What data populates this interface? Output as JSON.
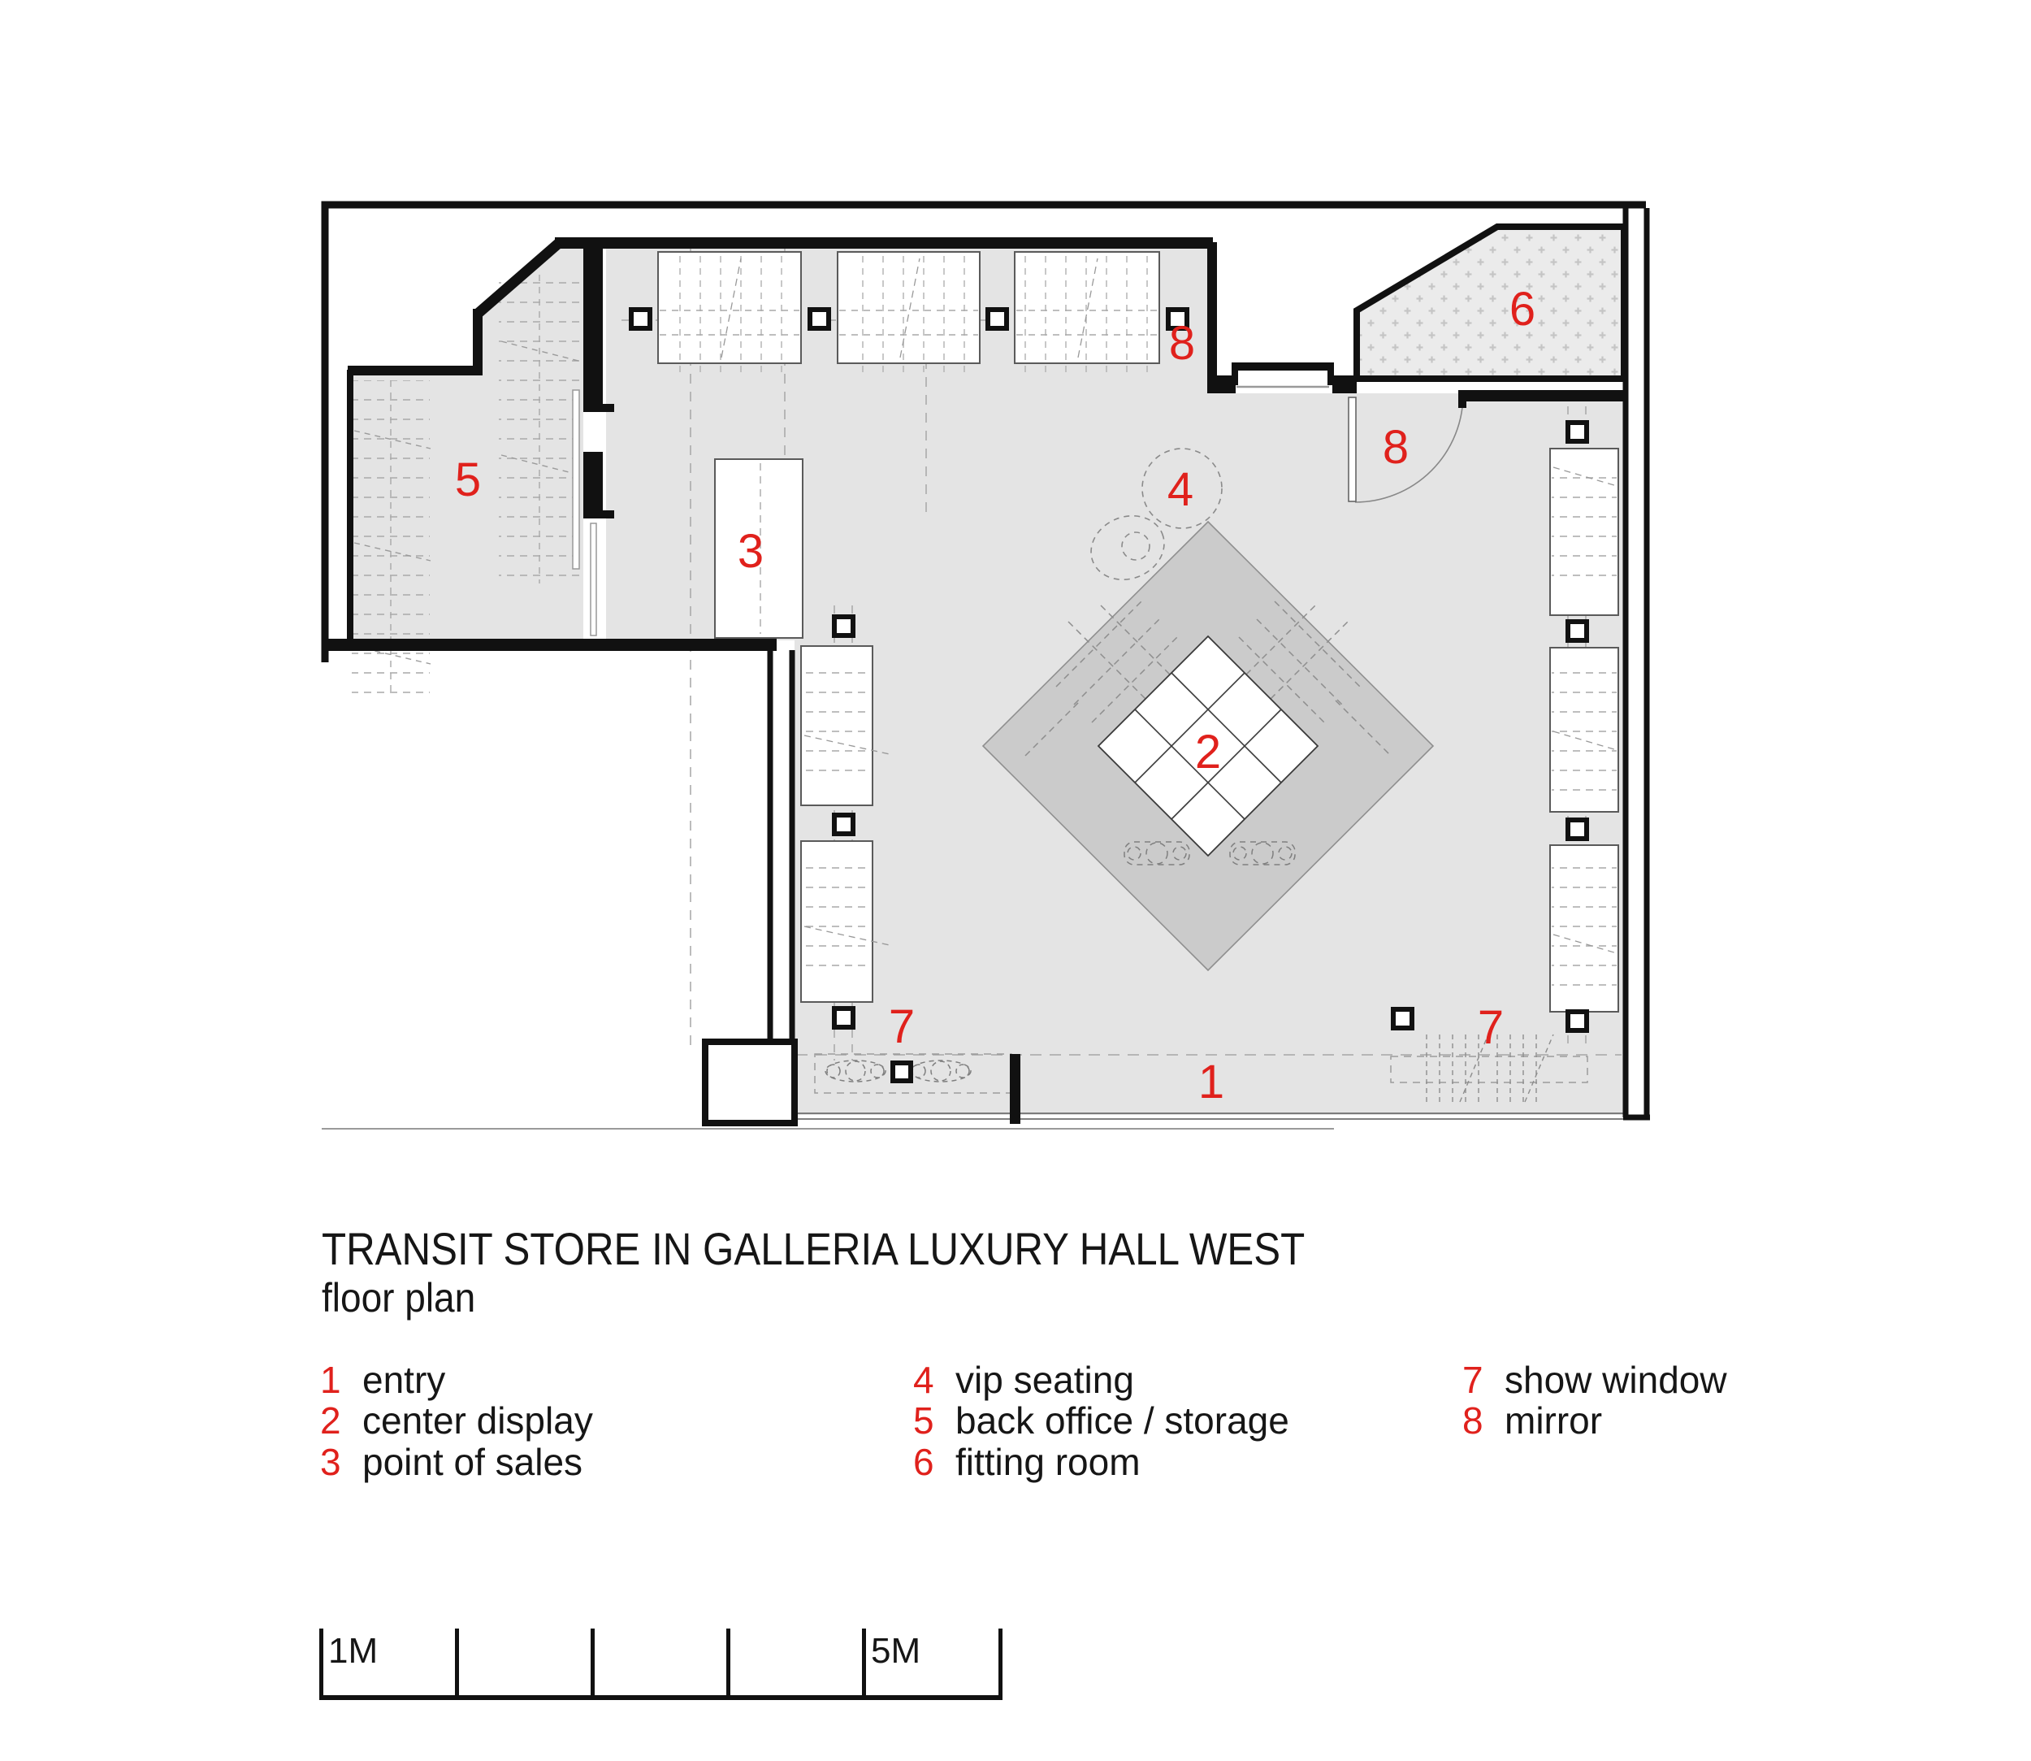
{
  "title": {
    "line1": "TRANSIT STORE IN GALLERIA LUXURY HALL WEST",
    "line2": "floor plan"
  },
  "legend": {
    "items": [
      {
        "num": "1",
        "label": "entry"
      },
      {
        "num": "2",
        "label": "center display"
      },
      {
        "num": "3",
        "label": "point of sales"
      },
      {
        "num": "4",
        "label": "vip seating"
      },
      {
        "num": "5",
        "label": "back office / storage"
      },
      {
        "num": "6",
        "label": "fitting room"
      },
      {
        "num": "7",
        "label": "show window"
      },
      {
        "num": "8",
        "label": "mirror"
      }
    ]
  },
  "plan": {
    "marks": {
      "entry": "1",
      "center_display": "2",
      "point_of_sales": "3",
      "vip_seating": "4",
      "back_office": "5",
      "fitting_room": "6",
      "show_window_left": "7",
      "show_window_right": "7",
      "mirror_top": "8",
      "mirror_door": "8"
    }
  },
  "scale_bar": {
    "label_1m": "1M",
    "label_5m": "5M"
  },
  "colors": {
    "accent_red": "#e0211c",
    "wall_black": "#111111",
    "floor_gray": "#e4e4e4",
    "diamond_gray": "#cbcbcb",
    "fitting_gray": "#ebebeb",
    "dash_gray": "#9b9b9b"
  }
}
